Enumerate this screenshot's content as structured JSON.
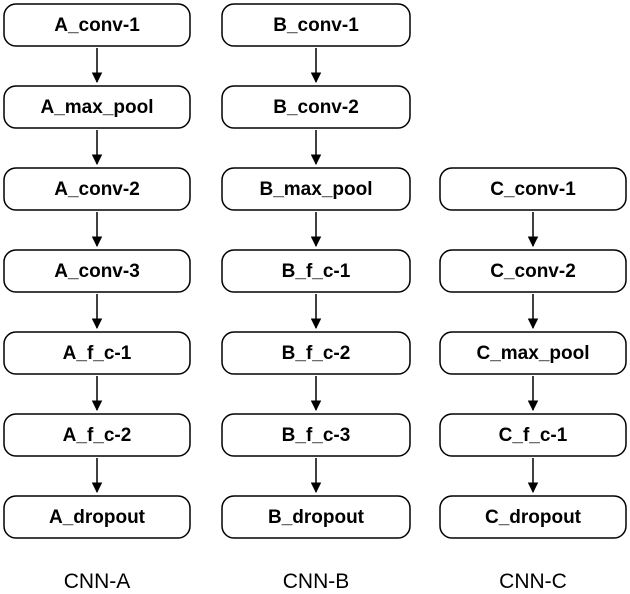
{
  "columns": [
    {
      "label": "CNN-A",
      "nodes": [
        "A_conv-1",
        "A_max_pool",
        "A_conv-2",
        "A_conv-3",
        "A_f_c-1",
        "A_f_c-2",
        "A_dropout"
      ]
    },
    {
      "label": "CNN-B",
      "nodes": [
        "B_conv-1",
        "B_conv-2",
        "B_max_pool",
        "B_f_c-1",
        "B_f_c-2",
        "B_f_c-3",
        "B_dropout"
      ]
    },
    {
      "label": "CNN-C",
      "nodes": [
        "C_conv-1",
        "C_conv-2",
        "C_max_pool",
        "C_f_c-1",
        "C_dropout"
      ]
    }
  ]
}
